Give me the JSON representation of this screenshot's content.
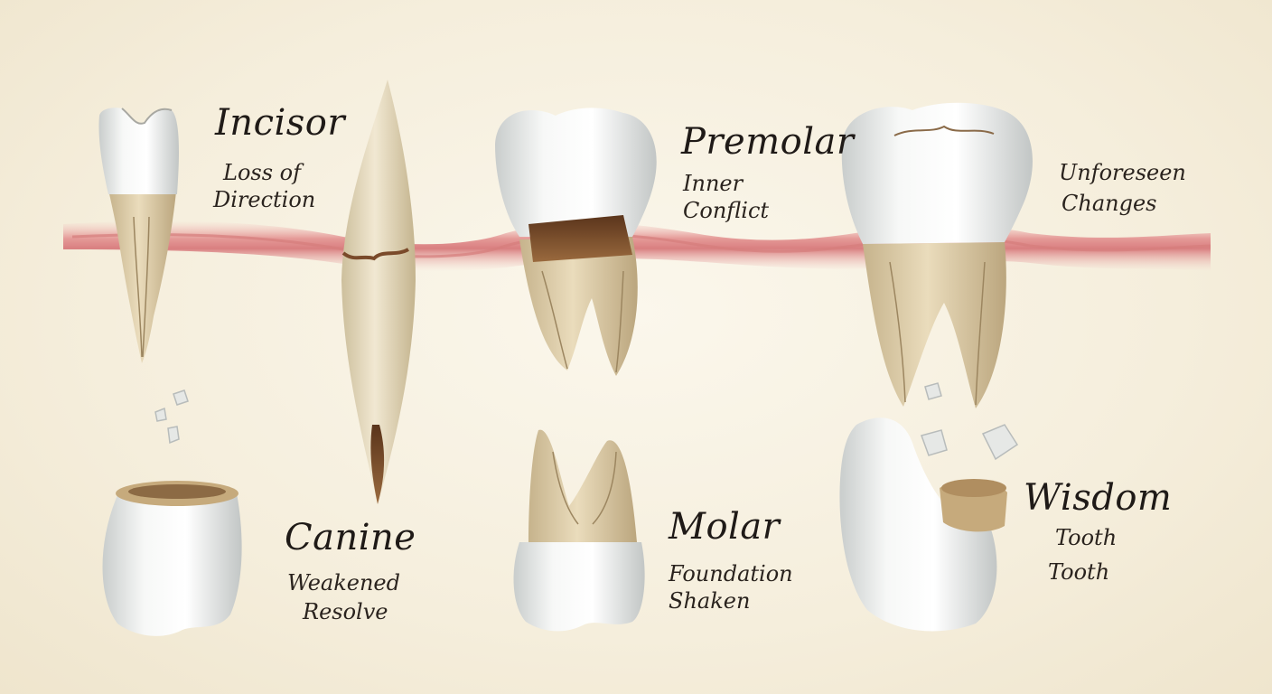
{
  "labels": {
    "incisor": {
      "title": "Incisor",
      "line1": "Loss of",
      "line2": "Direction"
    },
    "canine": {
      "title": "Canine",
      "line1": "Weakened",
      "line2": "Resolve"
    },
    "premolar": {
      "title": "Premolar",
      "line1": "Inner",
      "line2": "Conflict"
    },
    "molar": {
      "title": "Molar",
      "line1": "Foundation",
      "line2": "Shaken"
    },
    "unforeseen": {
      "line1": "Unforeseen",
      "line2": "Changes"
    },
    "wisdom": {
      "title": "Wisdom",
      "line1": "Tooth",
      "line2": "Tooth"
    }
  },
  "colors": {
    "background": "#f5eedc",
    "gum": "#e9a3a3",
    "gum_edge": "#cf6e6e",
    "enamel": "#eef0ef",
    "root": "#ddcdaa",
    "decay": "#7a4a2a",
    "text": "#1f1a17"
  }
}
